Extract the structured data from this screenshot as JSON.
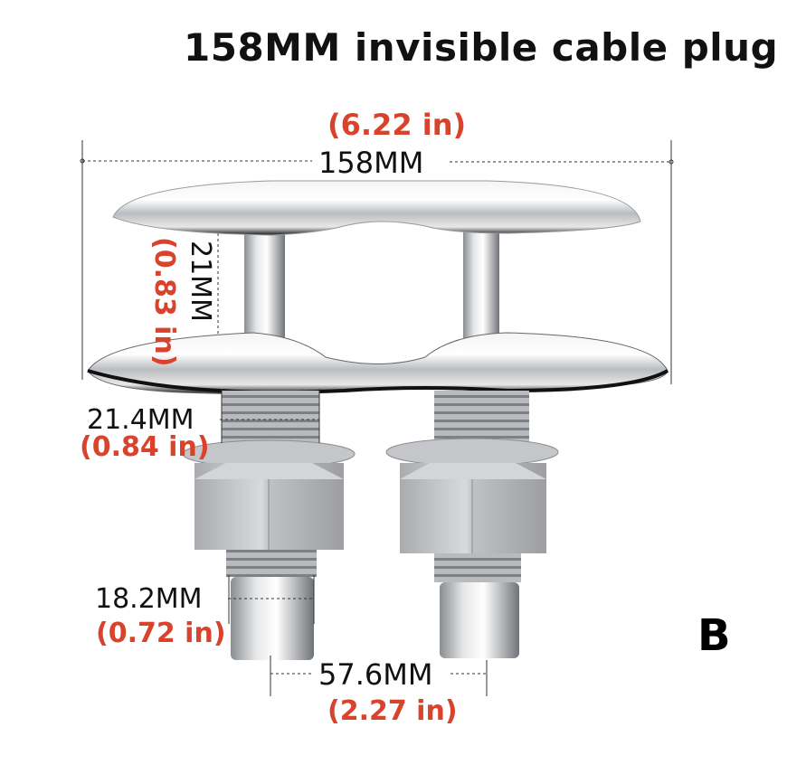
{
  "title": "158MM invisible cable plug",
  "variant_letter": "B",
  "colors": {
    "metric_text": "#111111",
    "imperial_text": "#d9432c",
    "background": "#ffffff"
  },
  "dimensions": {
    "overall_length": {
      "mm": "158MM",
      "inch": "(6.22 in)"
    },
    "post_height": {
      "mm": "21MM",
      "inch": "(0.83 in)"
    },
    "thread_diameter": {
      "mm": "21.4MM",
      "inch": "(0.84 in)"
    },
    "tip_diameter": {
      "mm": "18.2MM",
      "inch": "(0.72 in)"
    },
    "post_spacing": {
      "mm": "57.6MM",
      "inch": "(2.27 in)"
    }
  }
}
